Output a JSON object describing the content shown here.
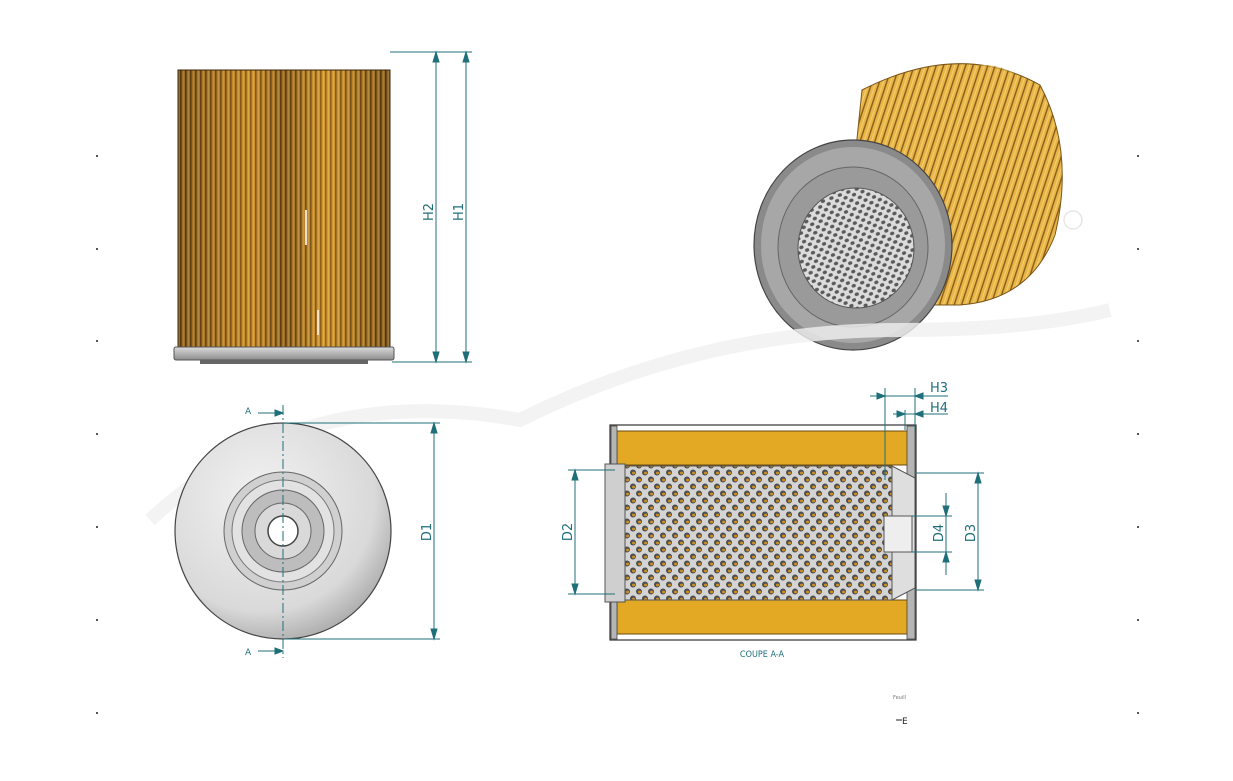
{
  "dimensions": {
    "h1": "H1",
    "h2": "H2",
    "h3": "H3",
    "h4": "H4",
    "d1": "D1",
    "d2": "D2",
    "d3": "D3",
    "d4": "D4"
  },
  "section": {
    "marker_top": "A",
    "marker_bottom": "A",
    "caption": "COUPE A-A"
  },
  "corner_note": {
    "small_text": "Feuill",
    "mark": "E"
  },
  "colors": {
    "media": "#e3a824",
    "media_dark": "#7a5418",
    "steel": "#c9c9c9",
    "steel_dark": "#7c7c7c",
    "dim_line": "#1f6f7a"
  }
}
